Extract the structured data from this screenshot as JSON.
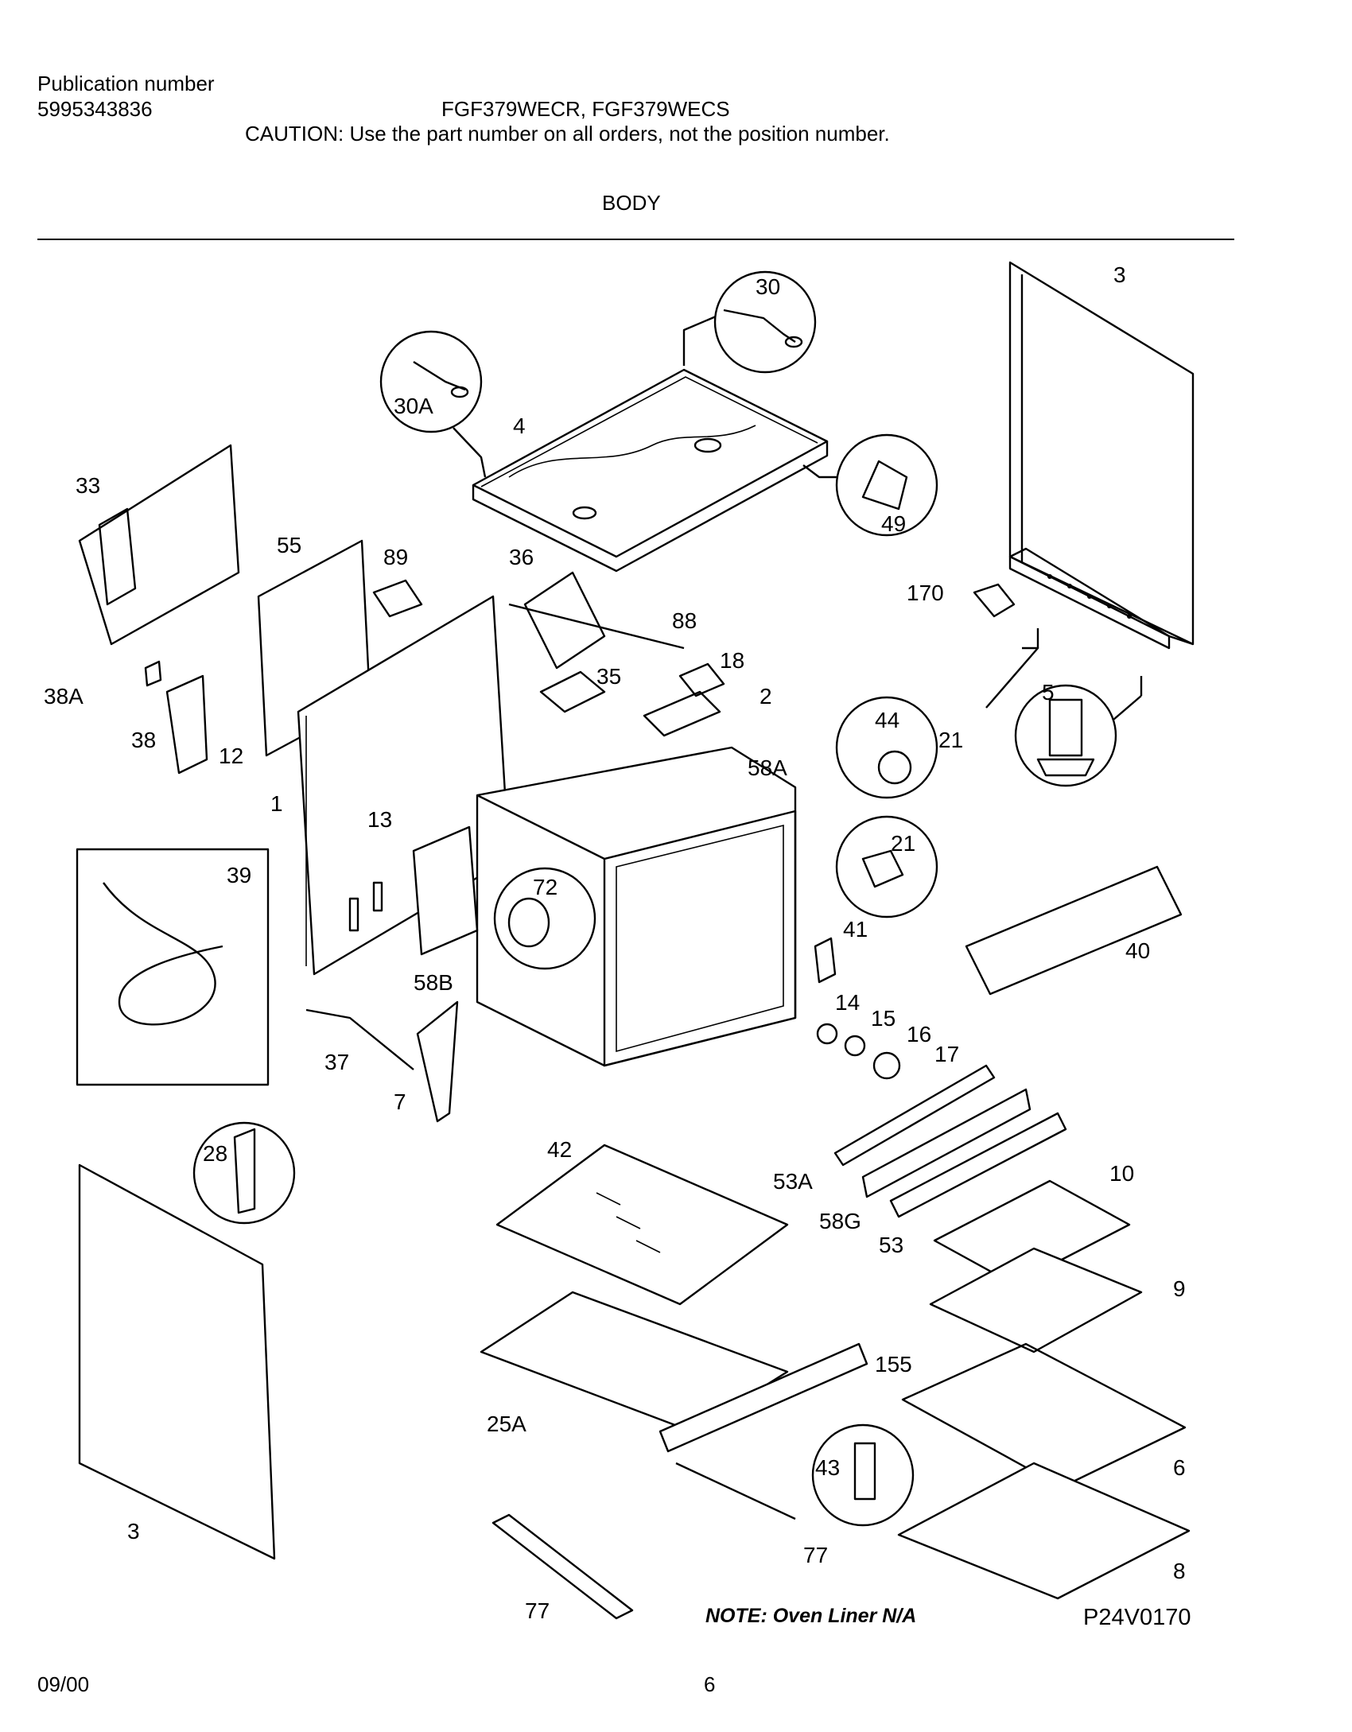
{
  "header": {
    "pub_label": "Publication number",
    "pub_number": "5995343836",
    "models": "FGF379WECR, FGF379WECS",
    "caution": "CAUTION:  Use the part number on all orders, not the position number.",
    "section": "BODY"
  },
  "callouts": {
    "c30": "30",
    "c30A": "30A",
    "c4": "4",
    "c49": "49",
    "c3top": "3",
    "c33": "33",
    "c55": "55",
    "c89": "89",
    "c36": "36",
    "c88": "88",
    "c18": "18",
    "c35": "35",
    "c2": "2",
    "c170": "170",
    "c5": "5",
    "c38A": "38A",
    "c38": "38",
    "c12": "12",
    "c44": "44",
    "c21a": "21",
    "c21b": "21",
    "c58A": "58A",
    "c1": "1",
    "c13": "13",
    "c39": "39",
    "c72": "72",
    "c40": "40",
    "c41": "41",
    "c58B": "58B",
    "c14": "14",
    "c15": "15",
    "c16": "16",
    "c17": "17",
    "c37": "37",
    "c7": "7",
    "c28": "28",
    "c42": "42",
    "c53A": "53A",
    "c10": "10",
    "c58G": "58G",
    "c53": "53",
    "c9": "9",
    "c155": "155",
    "c25A": "25A",
    "c43": "43",
    "c6": "6",
    "c3bot": "3",
    "c77a": "77",
    "c77b": "77",
    "c8": "8"
  },
  "note": "NOTE: Oven Liner N/A",
  "figure_code": "P24V0170",
  "footer": {
    "date": "09/00",
    "page": "6"
  }
}
